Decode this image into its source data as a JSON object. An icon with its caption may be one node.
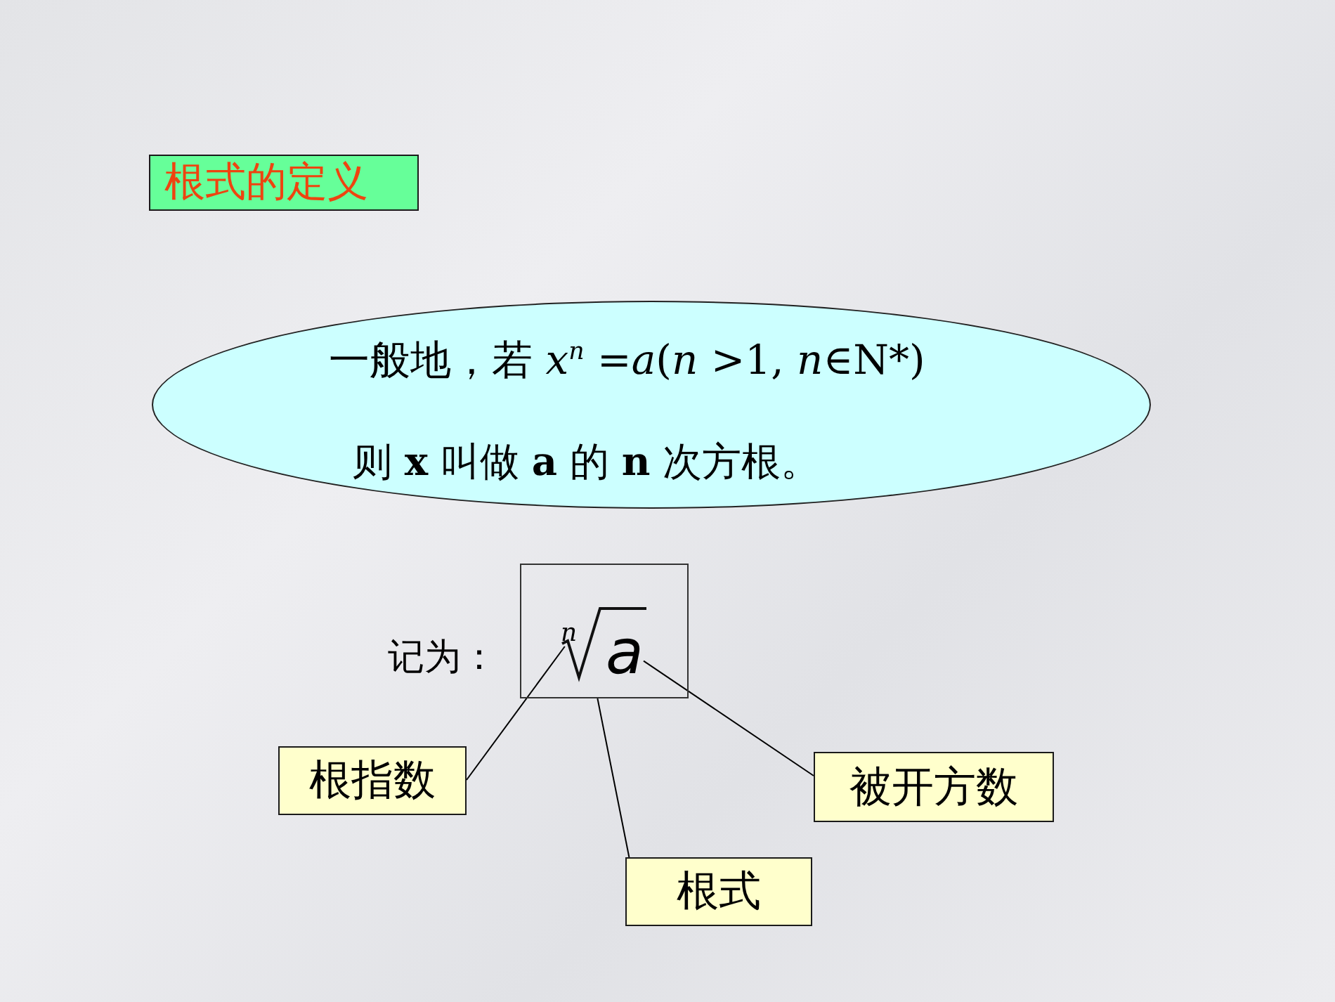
{
  "diagram": {
    "nodes": [
      {
        "text": [
          "根式的定义"
        ]
      },
      {
        "text": [
          "一般地，若 *x*$^{n}$ =*a*(*n* >1, *n*∈N*)",
          "则 **x** 叫做 **a** 的 **n** 次方根。"
        ]
      },
      {
        "text": [],
        "shape": "box",
        "beside": [
          "记为："
        ]
      },
      {
        "text": [
          "n"
        ],
        "in": 2
      },
      {
        "text": [
          "a"
        ],
        "in": 2
      },
      {
        "text": [
          "根指数"
        ]
      },
      {
        "text": [
          "被开方数"
        ]
      },
      {
        "text": [
          "根式"
        ]
      }
    ],
    "edges": [
      {
        "from": 5,
        "to": 3,
        "arrow": "none"
      },
      {
        "from": 6,
        "to": 4,
        "arrow": "none"
      },
      {
        "from": 7,
        "to": 2,
        "arrow": "none"
      }
    ]
  }
}
